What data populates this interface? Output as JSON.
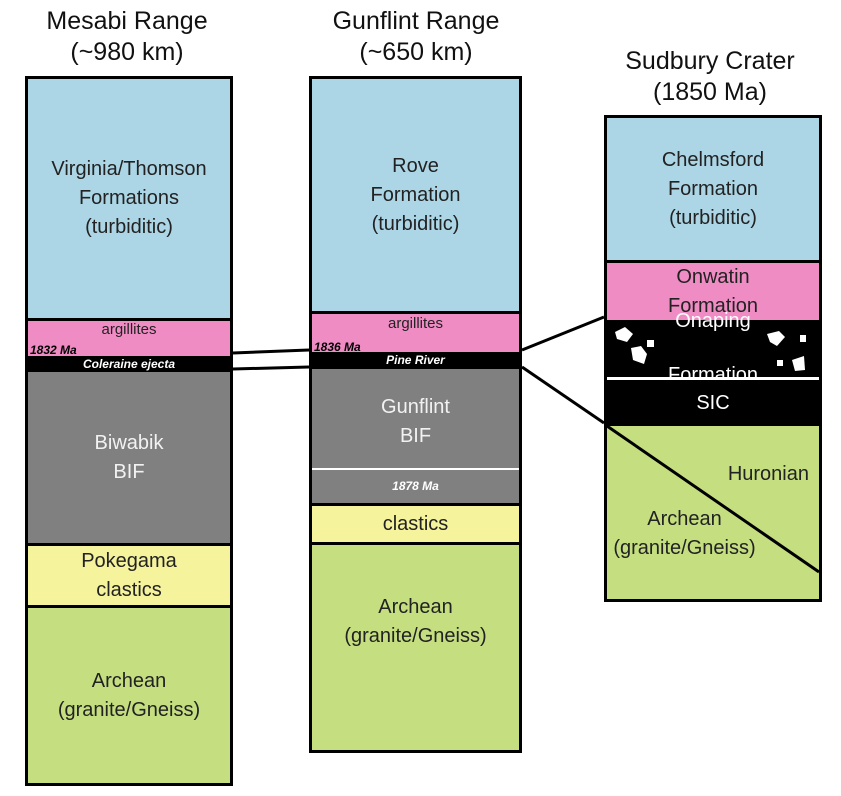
{
  "columns": {
    "mesabi": {
      "title": "Mesabi Range",
      "subtitle": "(~980 km)",
      "layers": {
        "turbiditic": "Virginia/Thomson\nFormations\n(turbiditic)",
        "argillites": "argillites",
        "age": "1832 Ma",
        "ejecta": "Coleraine ejecta",
        "bif": "Biwabik\nBIF",
        "clastics": "Pokegama\nclastics",
        "archean": "Archean\n(granite/Gneiss)"
      }
    },
    "gunflint": {
      "title": "Gunflint Range",
      "subtitle": "(~650 km)",
      "layers": {
        "turbiditic": "Rove\nFormation\n(turbiditic)",
        "argillites": "argillites",
        "age": "1836 Ma",
        "ejecta": "Pine River",
        "bif": "Gunflint\nBIF",
        "bif_age": "1878 Ma",
        "clastics": "clastics",
        "archean": "Archean\n(granite/Gneiss)"
      }
    },
    "sudbury": {
      "title": "Sudbury Crater",
      "subtitle": "(1850 Ma)",
      "layers": {
        "turbiditic": "Chelmsford\nFormation\n(turbiditic)",
        "onwatin": "Onwatin\nFormation",
        "onaping_1": "Onaping",
        "onaping_2": "Formation",
        "sic": "SIC",
        "huronian": "Huronian",
        "archean": "Archean\n(granite/Gneiss)"
      }
    }
  },
  "colors": {
    "turbiditic": "#acd6e6",
    "argillites": "#f08cc4",
    "ejecta": "#000000",
    "bif": "#808080",
    "clastics": "#f6f39d",
    "archean": "#c5df80"
  }
}
